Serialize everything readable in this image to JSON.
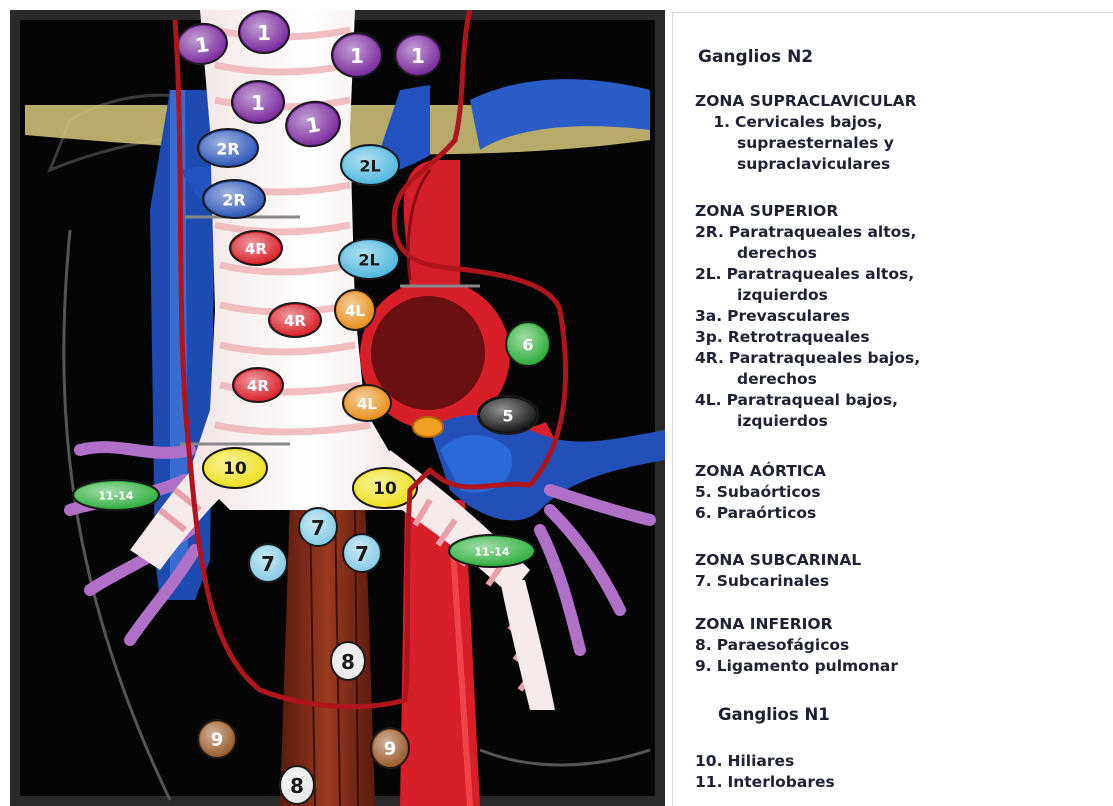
{
  "diagram": {
    "nodes": [
      {
        "label": "1",
        "color": "#7a2a9e"
      },
      {
        "label": "1",
        "color": "#7a2a9e"
      },
      {
        "label": "1",
        "color": "#7a2a9e"
      },
      {
        "label": "1",
        "color": "#7a2a9e"
      },
      {
        "label": "1",
        "color": "#7a2a9e"
      },
      {
        "label": "1",
        "color": "#7a2a9e"
      },
      {
        "label": "2R",
        "color": "#2e57b8"
      },
      {
        "label": "2R",
        "color": "#2e57b8"
      },
      {
        "label": "2L",
        "color": "#4fb8de"
      },
      {
        "label": "2L",
        "color": "#4fb8de"
      },
      {
        "label": "4R",
        "color": "#d8202a"
      },
      {
        "label": "4R",
        "color": "#d8202a"
      },
      {
        "label": "4R",
        "color": "#d8202a"
      },
      {
        "label": "4L",
        "color": "#e8901e"
      },
      {
        "label": "4L",
        "color": "#e8901e"
      },
      {
        "label": "6",
        "color": "#2fae3a"
      },
      {
        "label": "5",
        "color": "#111111"
      },
      {
        "label": "10",
        "color": "#f0e020"
      },
      {
        "label": "10",
        "color": "#f0e020"
      },
      {
        "label": "11-14",
        "color": "#30b040"
      },
      {
        "label": "11-14",
        "color": "#30b040"
      },
      {
        "label": "7",
        "color": "#88cce6"
      },
      {
        "label": "7",
        "color": "#88cce6"
      },
      {
        "label": "7",
        "color": "#88cce6"
      },
      {
        "label": "8",
        "color": "#e8e8e8"
      },
      {
        "label": "8",
        "color": "#e8e8e8"
      },
      {
        "label": "9",
        "color": "#9a5a2a"
      },
      {
        "label": "9",
        "color": "#9a5a2a"
      }
    ]
  },
  "legend": {
    "heading_n2": "Ganglios N2",
    "heading_n1": "Ganglios N1",
    "supraclavicular": {
      "title": "ZONA SUPRACLAVICULAR",
      "entries": [
        {
          "num": "1.",
          "lines": [
            "Cervicales bajos,",
            "supraesternales y",
            "supraclaviculares"
          ]
        }
      ]
    },
    "superior": {
      "title": "ZONA SUPERIOR",
      "entries": [
        {
          "num": "2R.",
          "lines": [
            "Paratraqueales altos,",
            "derechos"
          ]
        },
        {
          "num": "2L.",
          "lines": [
            "Paratraqueales altos,",
            "izquierdos"
          ]
        },
        {
          "num": "3a.",
          "lines": [
            "Prevasculares"
          ]
        },
        {
          "num": "3p.",
          "lines": [
            "Retrotraqueales"
          ]
        },
        {
          "num": "4R.",
          "lines": [
            "Paratraqueales bajos,",
            "derechos"
          ]
        },
        {
          "num": "4L.",
          "lines": [
            "Paratraqueal bajos,",
            "izquierdos"
          ]
        }
      ]
    },
    "aortica": {
      "title": "ZONA AÓRTICA",
      "entries": [
        {
          "num": "5.",
          "lines": [
            "Subaórticos"
          ]
        },
        {
          "num": "6.",
          "lines": [
            "Paraórticos"
          ]
        }
      ]
    },
    "subcarinal": {
      "title": "ZONA SUBCARINAL",
      "entries": [
        {
          "num": "7.",
          "lines": [
            "Subcarinales"
          ]
        }
      ]
    },
    "inferior": {
      "title": "ZONA INFERIOR",
      "entries": [
        {
          "num": "8.",
          "lines": [
            "Paraesofágicos"
          ]
        },
        {
          "num": "9.",
          "lines": [
            "Ligamento pulmonar"
          ]
        }
      ]
    },
    "n1": {
      "entries": [
        {
          "num": "10.",
          "lines": [
            "Hiliares"
          ]
        },
        {
          "num": "11.",
          "lines": [
            "Interlobares"
          ]
        }
      ]
    }
  }
}
